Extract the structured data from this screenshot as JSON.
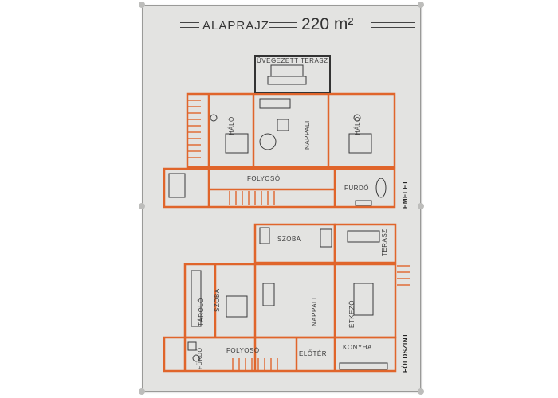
{
  "header": {
    "title": "ALAPRAJZ",
    "area": "220 m²"
  },
  "upper_floor": {
    "name": "EMELET",
    "rooms": {
      "terrace": "ÜVEGEZETT TERASZ",
      "bedroom_left": "HÁLÓ",
      "living": "NAPPALI",
      "bedroom_right": "HÁLÓ",
      "corridor": "FOLYOSÓ",
      "bathroom": "FÜRDŐ"
    }
  },
  "ground_floor": {
    "name": "FÖLDSZINT",
    "rooms": {
      "room_top": "SZOBA",
      "terrace": "TERASZ",
      "room_left": "SZOBA",
      "storage": "TÁROLÓ",
      "living": "NAPPALI",
      "dining": "ÉTKEZŐ",
      "bathroom": "FÜRDŐ",
      "corridor": "FOLYOSÓ",
      "entrance": "ELŐTÉR",
      "kitchen": "KONYHA"
    }
  },
  "colors": {
    "wall": "#e0652b",
    "furniture": "#3a3a3a",
    "paper": "#e3e3e1"
  }
}
